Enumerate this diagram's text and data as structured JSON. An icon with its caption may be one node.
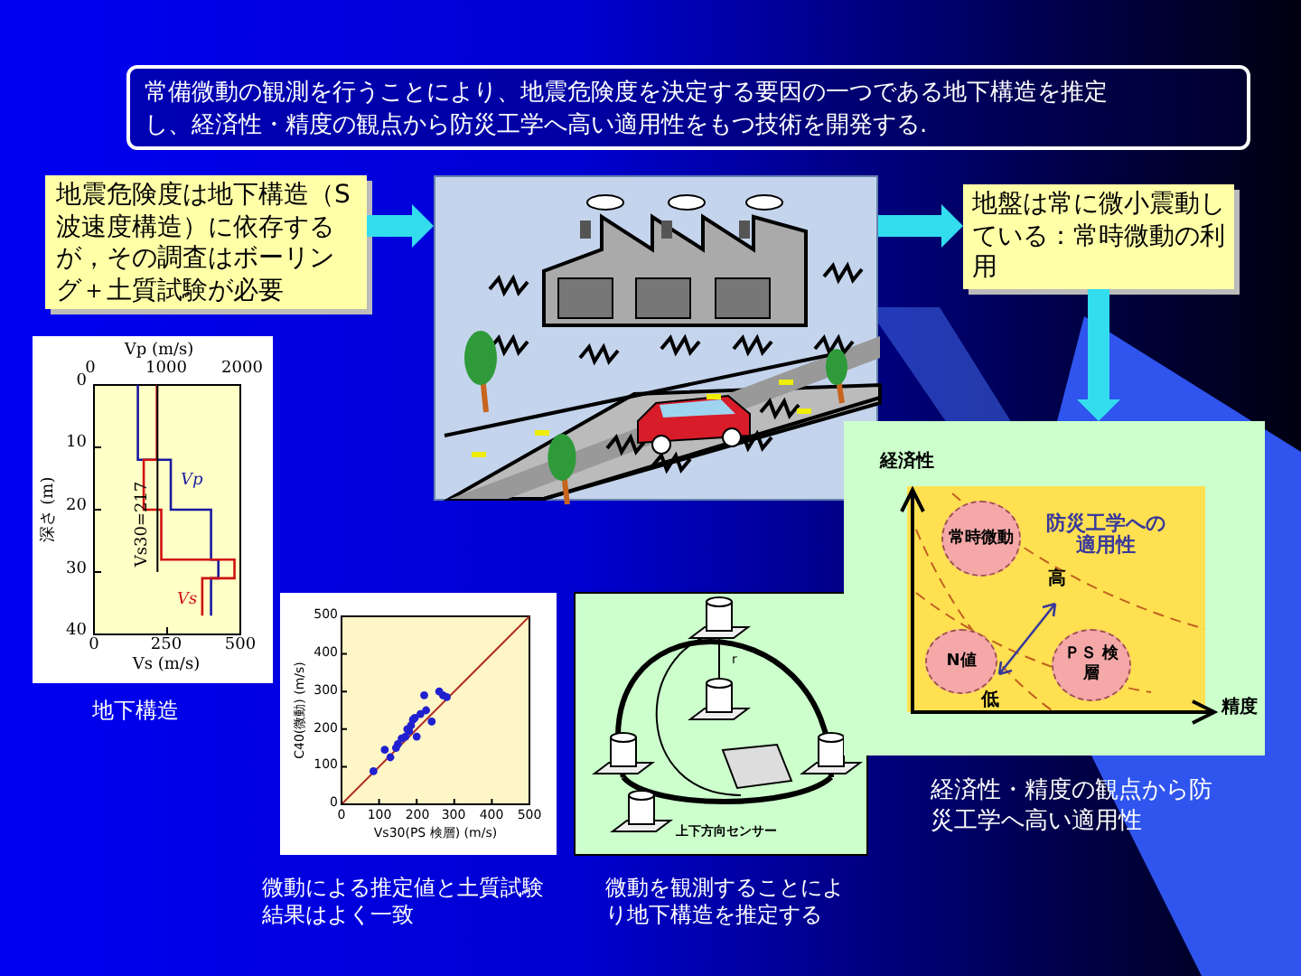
{
  "diagram": {
    "nodes": [
      {
        "text": [
          "常備微動の観測を行うことにより、地震危険度を決定する要因の一つである地下構造を推定し、経済性・精度の観点から防災工学へ高い適用性をもつ技術を開発する."
        ]
      },
      {
        "text": [
          "地震危険度は地下構造（S波速度構造）に依存するが，その調査はボーリング＋土質試験が必要"
        ]
      },
      {
        "text": [],
        "shape": "picture"
      },
      {
        "text": [
          "地盤は常に微小震動している：常時微動の利用"
        ]
      },
      {
        "text": [],
        "shape": "box"
      },
      {
        "text": [
          "常時微動"
        ],
        "in": 4
      },
      {
        "text": [
          "N値"
        ],
        "in": 4
      },
      {
        "text": [
          "ＰＳ 検層"
        ],
        "in": 4
      }
    ],
    "edges": [
      {
        "from": 1,
        "to": 2,
        "arrow": "to"
      },
      {
        "from": 2,
        "to": 3,
        "arrow": "to"
      },
      {
        "from": 3,
        "to": 4,
        "arrow": "to"
      }
    ],
    "labels": [
      "Vp (m/s)",
      "0",
      "1000",
      "2000",
      "0",
      "10",
      "20",
      "30",
      "40",
      "深さ (m)",
      "Vs30=217",
      "Vp",
      "Vs",
      "0",
      "250",
      "500",
      "Vs (m/s)",
      "地下構造",
      "500",
      "400",
      "300",
      "200",
      "100",
      "0",
      "0",
      "100",
      "200",
      "300",
      "400",
      "500",
      "Vs30(PS 検層) (m/s)",
      "C40(微動) (m/s)",
      "r",
      "上下方向センサー",
      "微動による推定値と土質試験結果はよく一致",
      "微動を観測することにより地下構造を推定する",
      "経済性",
      "防災工学への適用性",
      "高",
      "低",
      "精度",
      "経済性・精度の観点から防災工学へ高い適用性"
    ]
  }
}
